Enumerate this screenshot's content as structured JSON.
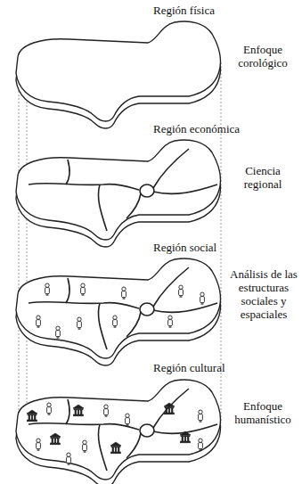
{
  "diagram": {
    "labels": [
      "Región física",
      "Enfoque corológico",
      "Región económica",
      "Ciencia regional",
      "Región social",
      "Análisis de las estructuras sociales y espaciales",
      "Región cultural",
      "Enfoque humanístico"
    ]
  }
}
